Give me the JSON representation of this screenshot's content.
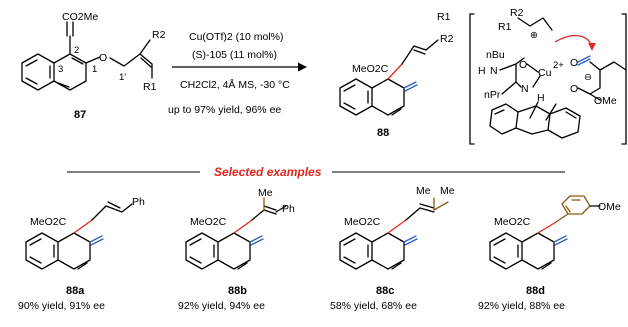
{
  "scheme": {
    "substrate": {
      "label": "87",
      "ester": "CO2Me",
      "atom_labels": [
        "2",
        "3",
        "1",
        "O",
        "1'"
      ],
      "substituents": [
        "R2",
        "R1"
      ]
    },
    "conditions": {
      "catalyst": "Cu(OTf)2 (10 mol%)",
      "ligand": "(S)-105 (11 mol%)",
      "solvent": "CH2Cl2, 4Å MS, -30 °C",
      "result": "up to 97% yield, 96% ee"
    },
    "product": {
      "label": "88",
      "ester": "MeO2C",
      "substituents": [
        "R1",
        "R2"
      ]
    },
    "transition_state": {
      "labels": [
        "R2",
        "R1",
        "nBu",
        "H",
        "N",
        "O",
        "Cu",
        "2+",
        "O",
        "O",
        "OMe",
        "nPr",
        "N",
        "H"
      ],
      "charges": [
        "⊕",
        "⊖"
      ]
    }
  },
  "section_title": "Selected examples",
  "examples": [
    {
      "id": "88a",
      "result": "90% yield, 91% ee",
      "ester": "MeO2C",
      "group": "Ph"
    },
    {
      "id": "88b",
      "result": "92% yield, 94% ee",
      "ester": "MeO2C",
      "group_labels": [
        "Me",
        "Ph"
      ]
    },
    {
      "id": "88c",
      "result": "58% yield, 68% ee",
      "ester": "MeO2C",
      "group_labels": [
        "Me",
        "Me"
      ]
    },
    {
      "id": "88d",
      "result": "92% yield, 88% ee",
      "ester": "MeO2C",
      "group": "OMe"
    }
  ],
  "colors": {
    "new_bond": "#e0261b",
    "carbonyl": "#2e5fc7",
    "substituent": "#8a5a12",
    "title": "#e0261b"
  }
}
